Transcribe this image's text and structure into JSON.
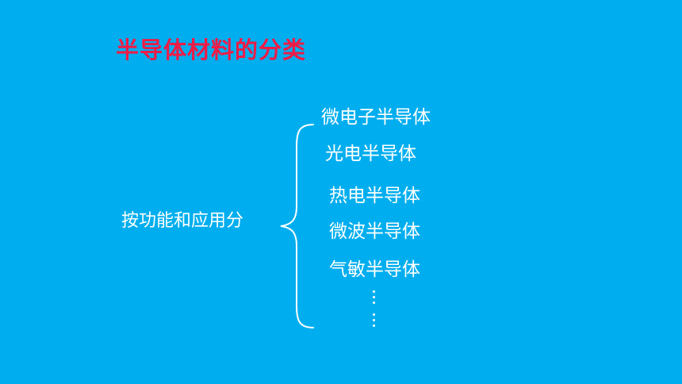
{
  "slide": {
    "title": "半导体材料的分类",
    "category_label": "按功能和应用分",
    "items": [
      "微电子半导体",
      "光电半导体",
      "热电半导体",
      "微波半导体",
      "气敏半导体"
    ],
    "colors": {
      "background": "#00AEEF",
      "title": "#EE1C47",
      "text": "#FFFFFF"
    }
  }
}
